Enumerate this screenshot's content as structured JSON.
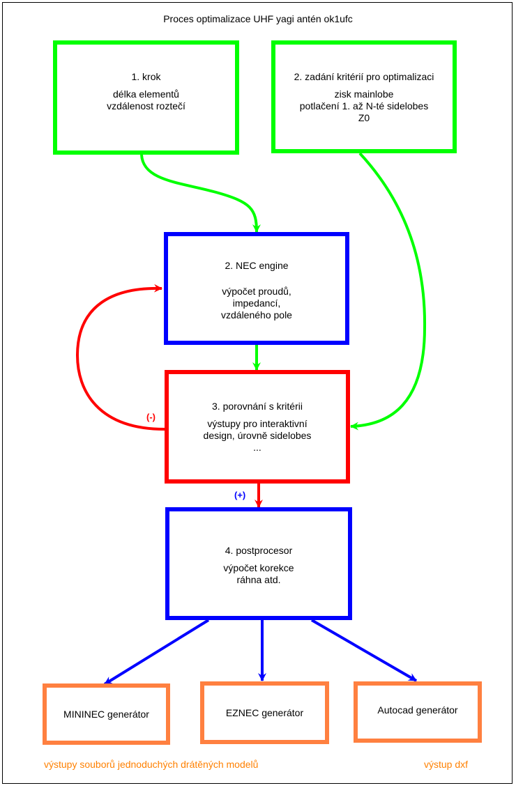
{
  "title": "Proces optimalizace UHF yagi antén ok1ufc",
  "colors": {
    "green": "#00FF00",
    "blue": "#0000FF",
    "red": "#FF0000",
    "orange_box": "#FF8040",
    "orange_text": "#FF8000"
  },
  "nodes": {
    "step1": {
      "heading": "1. krok",
      "lines": [
        "délka elementů",
        "vzdálenost roztečí"
      ]
    },
    "criteria": {
      "heading": "2. zadání kritérií pro optimalizaci",
      "lines": [
        "zisk mainlobe",
        "potlačení 1. až N-té sidelobes",
        "Z0"
      ]
    },
    "nec": {
      "heading": "2. NEC engine",
      "lines": [
        "výpočet proudů,",
        "impedancí,",
        "vzdáleného pole"
      ]
    },
    "compare": {
      "heading": "3. porovnání s kritérii",
      "lines": [
        "výstupy pro interaktivní",
        "design, úrovně sidelobes",
        "..."
      ]
    },
    "post": {
      "heading": "4. postprocesor",
      "lines": [
        "výpočet korekce",
        "ráhna atd."
      ]
    },
    "mininec": {
      "label": "MININEC generátor"
    },
    "eznec": {
      "label": "EZNEC generátor"
    },
    "autocad": {
      "label": "Autocad generátor"
    }
  },
  "edge_labels": {
    "negative": "(-)",
    "positive": "(+)"
  },
  "footer": {
    "models_note": "výstupy souborů jednoduchých drátěných modelů",
    "dxf_note": "výstup dxf"
  }
}
